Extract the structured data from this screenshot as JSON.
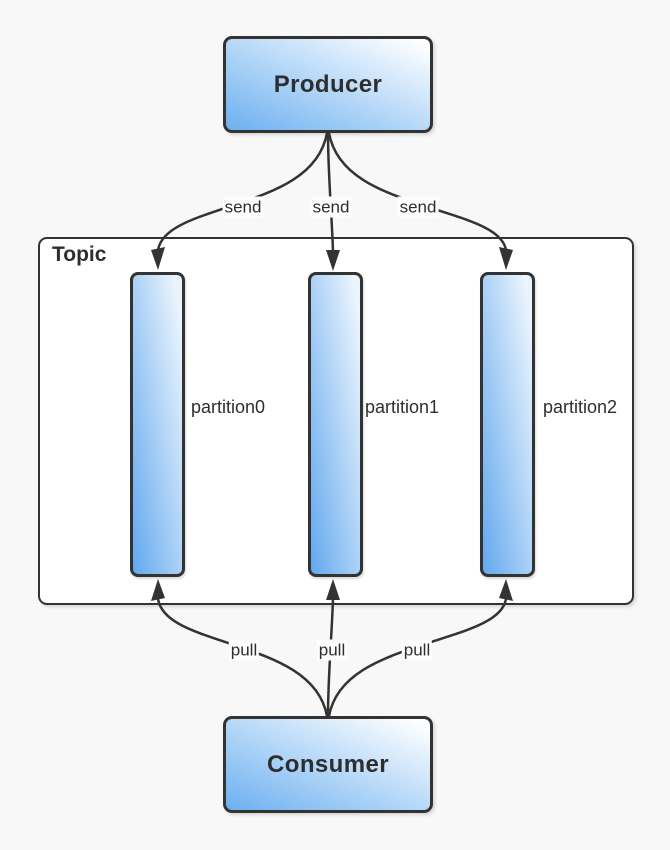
{
  "diagram": {
    "producer": {
      "label": "Producer"
    },
    "consumer": {
      "label": "Consumer"
    },
    "topic": {
      "label": "Topic",
      "partitions": [
        {
          "label": "partition0"
        },
        {
          "label": "partition1"
        },
        {
          "label": "partition2"
        }
      ]
    },
    "edges": {
      "send": [
        {
          "label": "send"
        },
        {
          "label": "send"
        },
        {
          "label": "send"
        }
      ],
      "pull": [
        {
          "label": "pull"
        },
        {
          "label": "pull"
        },
        {
          "label": "pull"
        }
      ]
    },
    "colors": {
      "background": "#f8f8f8",
      "stroke": "#333333",
      "text": "#2e2e2e",
      "node_gradient_from": "#6cb0f0",
      "node_gradient_to": "#fdfeff",
      "partition_gradient_from": "#62a8ee",
      "partition_gradient_to": "#eaf4fd",
      "topic_fill": "#ffffff",
      "edge_label_bg": "#fdfdfd"
    }
  }
}
